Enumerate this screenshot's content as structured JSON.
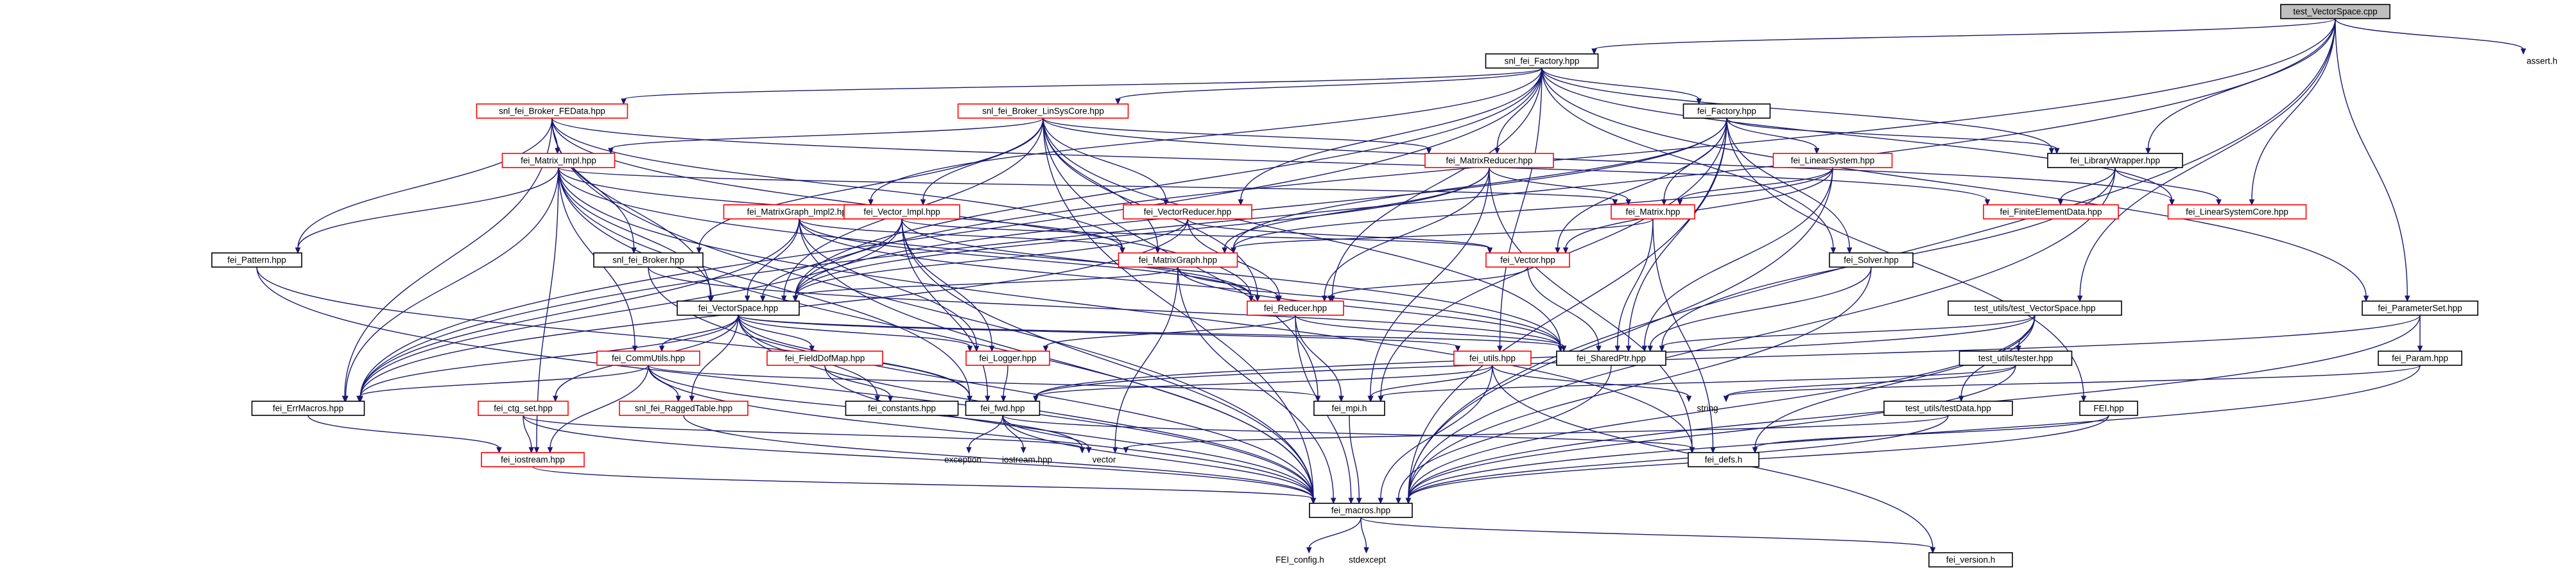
{
  "colors": {
    "edge": "#191970",
    "root_fill": "#bfbfbf",
    "box_fill": "#ffffff",
    "box_border_normal": "#000000",
    "box_border_red": "#ff0000",
    "system_text": "#000000",
    "red_text": "#000000"
  },
  "nodes": [
    {
      "id": "root",
      "label": "test_VectorSpace.cpp",
      "style": "root"
    },
    {
      "id": "assert",
      "label": "assert.h",
      "style": "plain"
    },
    {
      "id": "snlFactory",
      "label": "snl_fei_Factory.hpp",
      "style": "normal"
    },
    {
      "id": "brokerFE",
      "label": "snl_fei_Broker_FEData.hpp",
      "style": "red"
    },
    {
      "id": "brokerLSC",
      "label": "snl_fei_Broker_LinSysCore.hpp",
      "style": "red"
    },
    {
      "id": "feiFactory",
      "label": "fei_Factory.hpp",
      "style": "normal"
    },
    {
      "id": "matrixImpl",
      "label": "fei_Matrix_Impl.hpp",
      "style": "red"
    },
    {
      "id": "matrixReducer",
      "label": "fei_MatrixReducer.hpp",
      "style": "red"
    },
    {
      "id": "linearSystem",
      "label": "fei_LinearSystem.hpp",
      "style": "red"
    },
    {
      "id": "libWrapper",
      "label": "fei_LibraryWrapper.hpp",
      "style": "normal"
    },
    {
      "id": "matrixGraphImpl2",
      "label": "fei_MatrixGraph_Impl2.hpp",
      "style": "red"
    },
    {
      "id": "vectorImpl",
      "label": "fei_Vector_Impl.hpp",
      "style": "red"
    },
    {
      "id": "vectorReducer",
      "label": "fei_VectorReducer.hpp",
      "style": "red"
    },
    {
      "id": "matrix",
      "label": "fei_Matrix.hpp",
      "style": "red"
    },
    {
      "id": "finiteElementData",
      "label": "fei_FiniteElementData.hpp",
      "style": "red"
    },
    {
      "id": "linSysCore",
      "label": "fei_LinearSystemCore.hpp",
      "style": "red"
    },
    {
      "id": "pattern",
      "label": "fei_Pattern.hpp",
      "style": "normal"
    },
    {
      "id": "brokerSnl",
      "label": "snl_fei_Broker.hpp",
      "style": "normal"
    },
    {
      "id": "matrixGraph",
      "label": "fei_MatrixGraph.hpp",
      "style": "red"
    },
    {
      "id": "vector",
      "label": "fei_Vector.hpp",
      "style": "red"
    },
    {
      "id": "solver",
      "label": "fei_Solver.hpp",
      "style": "normal"
    },
    {
      "id": "vectorSpace",
      "label": "fei_VectorSpace.hpp",
      "style": "normal"
    },
    {
      "id": "reducer",
      "label": "fei_Reducer.hpp",
      "style": "red"
    },
    {
      "id": "testUtilsVS",
      "label": "test_utils/test_VectorSpace.hpp",
      "style": "normal"
    },
    {
      "id": "paramSet",
      "label": "fei_ParameterSet.hpp",
      "style": "normal"
    },
    {
      "id": "commUtils",
      "label": "fei_CommUtils.hpp",
      "style": "red"
    },
    {
      "id": "fieldDofMap",
      "label": "fei_FieldDofMap.hpp",
      "style": "red"
    },
    {
      "id": "logger",
      "label": "fei_Logger.hpp",
      "style": "red"
    },
    {
      "id": "utils",
      "label": "fei_utils.hpp",
      "style": "red"
    },
    {
      "id": "sharedPtr",
      "label": "fei_SharedPtr.hpp",
      "style": "normal"
    },
    {
      "id": "tester",
      "label": "test_utils/tester.hpp",
      "style": "normal"
    },
    {
      "id": "param",
      "label": "fei_Param.hpp",
      "style": "normal"
    },
    {
      "id": "errMacros",
      "label": "fei_ErrMacros.hpp",
      "style": "normal"
    },
    {
      "id": "ctgSet",
      "label": "fei_ctg_set.hpp",
      "style": "red"
    },
    {
      "id": "raggedTable",
      "label": "snl_fei_RaggedTable.hpp",
      "style": "red"
    },
    {
      "id": "constants",
      "label": "fei_constants.hpp",
      "style": "normal"
    },
    {
      "id": "fwd",
      "label": "fei_fwd.hpp",
      "style": "normal"
    },
    {
      "id": "mpi",
      "label": "fei_mpi.h",
      "style": "normal"
    },
    {
      "id": "string",
      "label": "string",
      "style": "plain"
    },
    {
      "id": "testData",
      "label": "test_utils/testData.hpp",
      "style": "normal"
    },
    {
      "id": "FEI",
      "label": "FEI.hpp",
      "style": "normal"
    },
    {
      "id": "iostream",
      "label": "fei_iostream.hpp",
      "style": "red"
    },
    {
      "id": "exception",
      "label": "exception",
      "style": "plain"
    },
    {
      "id": "iostreamStd",
      "label": "iostream.hpp",
      "style": "plain"
    },
    {
      "id": "vectorStd",
      "label": "vector",
      "style": "plain"
    },
    {
      "id": "defs",
      "label": "fei_defs.h",
      "style": "normal"
    },
    {
      "id": "macros",
      "label": "fei_macros.hpp",
      "style": "normal"
    },
    {
      "id": "config",
      "label": "FEI_config.h",
      "style": "plain"
    },
    {
      "id": "stdexcept",
      "label": "stdexcept",
      "style": "plain"
    },
    {
      "id": "version",
      "label": "fei_version.h",
      "style": "normal"
    }
  ],
  "edges": [
    [
      "root",
      "assert"
    ],
    [
      "root",
      "snlFactory"
    ],
    [
      "root",
      "libWrapper"
    ],
    [
      "root",
      "linSysCore"
    ],
    [
      "root",
      "testUtilsVS"
    ],
    [
      "root",
      "paramSet"
    ],
    [
      "root",
      "errMacros"
    ],
    [
      "root",
      "macros"
    ],
    [
      "root",
      "vectorSpace"
    ],
    [
      "snlFactory",
      "brokerFE"
    ],
    [
      "snlFactory",
      "brokerLSC"
    ],
    [
      "snlFactory",
      "feiFactory"
    ],
    [
      "snlFactory",
      "matrixReducer"
    ],
    [
      "snlFactory",
      "matrixGraphImpl2"
    ],
    [
      "snlFactory",
      "vectorReducer"
    ],
    [
      "snlFactory",
      "reducer"
    ],
    [
      "snlFactory",
      "solver"
    ],
    [
      "snlFactory",
      "libWrapper"
    ],
    [
      "snlFactory",
      "linSysCore"
    ],
    [
      "snlFactory",
      "paramSet"
    ],
    [
      "snlFactory",
      "vectorSpace"
    ],
    [
      "snlFactory",
      "errMacros"
    ],
    [
      "snlFactory",
      "utils"
    ],
    [
      "brokerFE",
      "matrixImpl"
    ],
    [
      "brokerFE",
      "pattern"
    ],
    [
      "brokerFE",
      "brokerSnl"
    ],
    [
      "brokerFE",
      "vectorSpace"
    ],
    [
      "brokerFE",
      "matrixGraph"
    ],
    [
      "brokerFE",
      "errMacros"
    ],
    [
      "brokerFE",
      "macros"
    ],
    [
      "brokerFE",
      "finiteElementData"
    ],
    [
      "brokerFE",
      "reducer"
    ],
    [
      "brokerLSC",
      "matrixImpl"
    ],
    [
      "brokerLSC",
      "vectorImpl"
    ],
    [
      "brokerLSC",
      "matrixReducer"
    ],
    [
      "brokerLSC",
      "vectorReducer"
    ],
    [
      "brokerLSC",
      "brokerSnl"
    ],
    [
      "brokerLSC",
      "vectorSpace"
    ],
    [
      "brokerLSC",
      "matrixGraph"
    ],
    [
      "brokerLSC",
      "reducer"
    ],
    [
      "brokerLSC",
      "linSysCore"
    ],
    [
      "brokerLSC",
      "mpi"
    ],
    [
      "brokerLSC",
      "sharedPtr"
    ],
    [
      "brokerLSC",
      "macros"
    ],
    [
      "feiFactory",
      "libWrapper"
    ],
    [
      "feiFactory",
      "linearSystem"
    ],
    [
      "feiFactory",
      "matrix"
    ],
    [
      "feiFactory",
      "vector"
    ],
    [
      "feiFactory",
      "solver"
    ],
    [
      "feiFactory",
      "matrixGraph"
    ],
    [
      "feiFactory",
      "vectorSpace"
    ],
    [
      "feiFactory",
      "FEI"
    ],
    [
      "feiFactory",
      "macros"
    ],
    [
      "feiFactory",
      "mpi"
    ],
    [
      "feiFactory",
      "sharedPtr"
    ],
    [
      "matrixImpl",
      "matrix"
    ],
    [
      "matrixImpl",
      "matrixGraph"
    ],
    [
      "matrixImpl",
      "vectorSpace"
    ],
    [
      "matrixImpl",
      "pattern"
    ],
    [
      "matrixImpl",
      "commUtils"
    ],
    [
      "matrixImpl",
      "errMacros"
    ],
    [
      "matrixImpl",
      "iostream"
    ],
    [
      "matrixImpl",
      "fwd"
    ],
    [
      "matrixImpl",
      "macros"
    ],
    [
      "matrixImpl",
      "defs"
    ],
    [
      "matrixImpl",
      "sharedPtr"
    ],
    [
      "matrixReducer",
      "matrix"
    ],
    [
      "matrixReducer",
      "reducer"
    ],
    [
      "matrixReducer",
      "matrixGraph"
    ],
    [
      "matrixReducer",
      "mpi"
    ],
    [
      "matrixReducer",
      "defs"
    ],
    [
      "matrixReducer",
      "vectorSpace"
    ],
    [
      "linearSystem",
      "matrix"
    ],
    [
      "linearSystem",
      "vector"
    ],
    [
      "linearSystem",
      "matrixGraph"
    ],
    [
      "linearSystem",
      "sharedPtr"
    ],
    [
      "linearSystem",
      "macros"
    ],
    [
      "libWrapper",
      "linSysCore"
    ],
    [
      "libWrapper",
      "finiteElementData"
    ],
    [
      "libWrapper",
      "sharedPtr"
    ],
    [
      "libWrapper",
      "macros"
    ],
    [
      "matrixGraphImpl2",
      "matrixGraph"
    ],
    [
      "matrixGraphImpl2",
      "vectorSpace"
    ],
    [
      "matrixGraphImpl2",
      "reducer"
    ],
    [
      "matrixGraphImpl2",
      "logger"
    ],
    [
      "matrixGraphImpl2",
      "errMacros"
    ],
    [
      "matrixGraphImpl2",
      "macros"
    ],
    [
      "matrixGraphImpl2",
      "sharedPtr"
    ],
    [
      "vectorImpl",
      "vector"
    ],
    [
      "vectorImpl",
      "vectorSpace"
    ],
    [
      "vectorImpl",
      "reducer"
    ],
    [
      "vectorImpl",
      "logger"
    ],
    [
      "vectorImpl",
      "fwd"
    ],
    [
      "vectorImpl",
      "macros"
    ],
    [
      "vectorImpl",
      "errMacros"
    ],
    [
      "vectorReducer",
      "vector"
    ],
    [
      "vectorReducer",
      "reducer"
    ],
    [
      "vectorReducer",
      "vectorSpace"
    ],
    [
      "vectorReducer",
      "errMacros"
    ],
    [
      "matrix",
      "matrixGraph"
    ],
    [
      "matrix",
      "sharedPtr"
    ],
    [
      "matrix",
      "defs"
    ],
    [
      "pattern",
      "fwd"
    ],
    [
      "pattern",
      "macros"
    ],
    [
      "brokerSnl",
      "sharedPtr"
    ],
    [
      "brokerSnl",
      "macros"
    ],
    [
      "matrixGraph",
      "vectorSpace"
    ],
    [
      "matrixGraph",
      "reducer"
    ],
    [
      "matrixGraph",
      "macros"
    ],
    [
      "matrixGraph",
      "sharedPtr"
    ],
    [
      "matrixGraph",
      "vectorStd"
    ],
    [
      "vector",
      "reducer"
    ],
    [
      "vector",
      "sharedPtr"
    ],
    [
      "solver",
      "sharedPtr"
    ],
    [
      "solver",
      "macros"
    ],
    [
      "vectorSpace",
      "commUtils"
    ],
    [
      "vectorSpace",
      "fieldDofMap"
    ],
    [
      "vectorSpace",
      "logger"
    ],
    [
      "vectorSpace",
      "utils"
    ],
    [
      "vectorSpace",
      "sharedPtr"
    ],
    [
      "vectorSpace",
      "ctgSet"
    ],
    [
      "vectorSpace",
      "raggedTable"
    ],
    [
      "vectorSpace",
      "constants"
    ],
    [
      "vectorSpace",
      "fwd"
    ],
    [
      "vectorSpace",
      "macros"
    ],
    [
      "vectorSpace",
      "errMacros"
    ],
    [
      "reducer",
      "logger"
    ],
    [
      "reducer",
      "mpi"
    ],
    [
      "reducer",
      "macros"
    ],
    [
      "reducer",
      "sharedPtr"
    ],
    [
      "testUtilsVS",
      "tester"
    ],
    [
      "testUtilsVS",
      "testData"
    ],
    [
      "testUtilsVS",
      "sharedPtr"
    ],
    [
      "testUtilsVS",
      "defs"
    ],
    [
      "testUtilsVS",
      "fwd"
    ],
    [
      "testUtilsVS",
      "macros"
    ],
    [
      "paramSet",
      "param"
    ],
    [
      "paramSet",
      "macros"
    ],
    [
      "paramSet",
      "fwd"
    ],
    [
      "commUtils",
      "errMacros"
    ],
    [
      "commUtils",
      "raggedTable"
    ],
    [
      "commUtils",
      "iostream"
    ],
    [
      "commUtils",
      "mpi"
    ],
    [
      "commUtils",
      "vectorStd"
    ],
    [
      "commUtils",
      "macros"
    ],
    [
      "fieldDofMap",
      "constants"
    ],
    [
      "fieldDofMap",
      "macros"
    ],
    [
      "logger",
      "fwd"
    ],
    [
      "utils",
      "mpi"
    ],
    [
      "utils",
      "fwd"
    ],
    [
      "utils",
      "macros"
    ],
    [
      "utils",
      "string"
    ],
    [
      "utils",
      "version"
    ],
    [
      "sharedPtr",
      "macros"
    ],
    [
      "tester",
      "string"
    ],
    [
      "tester",
      "mpi"
    ],
    [
      "tester",
      "macros"
    ],
    [
      "param",
      "string"
    ],
    [
      "param",
      "macros"
    ],
    [
      "errMacros",
      "iostream"
    ],
    [
      "ctgSet",
      "iostream"
    ],
    [
      "ctgSet",
      "macros"
    ],
    [
      "ctgSet",
      "vectorStd"
    ],
    [
      "raggedTable",
      "macros"
    ],
    [
      "fwd",
      "exception"
    ],
    [
      "fwd",
      "iostreamStd"
    ],
    [
      "fwd",
      "vectorStd"
    ],
    [
      "fwd",
      "defs"
    ],
    [
      "fwd",
      "macros"
    ],
    [
      "mpi",
      "macros"
    ],
    [
      "testData",
      "vectorStd"
    ],
    [
      "testData",
      "macros"
    ],
    [
      "FEI",
      "defs"
    ],
    [
      "FEI",
      "macros"
    ],
    [
      "iostream",
      "macros"
    ],
    [
      "macros",
      "config"
    ],
    [
      "macros",
      "stdexcept"
    ],
    [
      "macros",
      "version"
    ]
  ]
}
